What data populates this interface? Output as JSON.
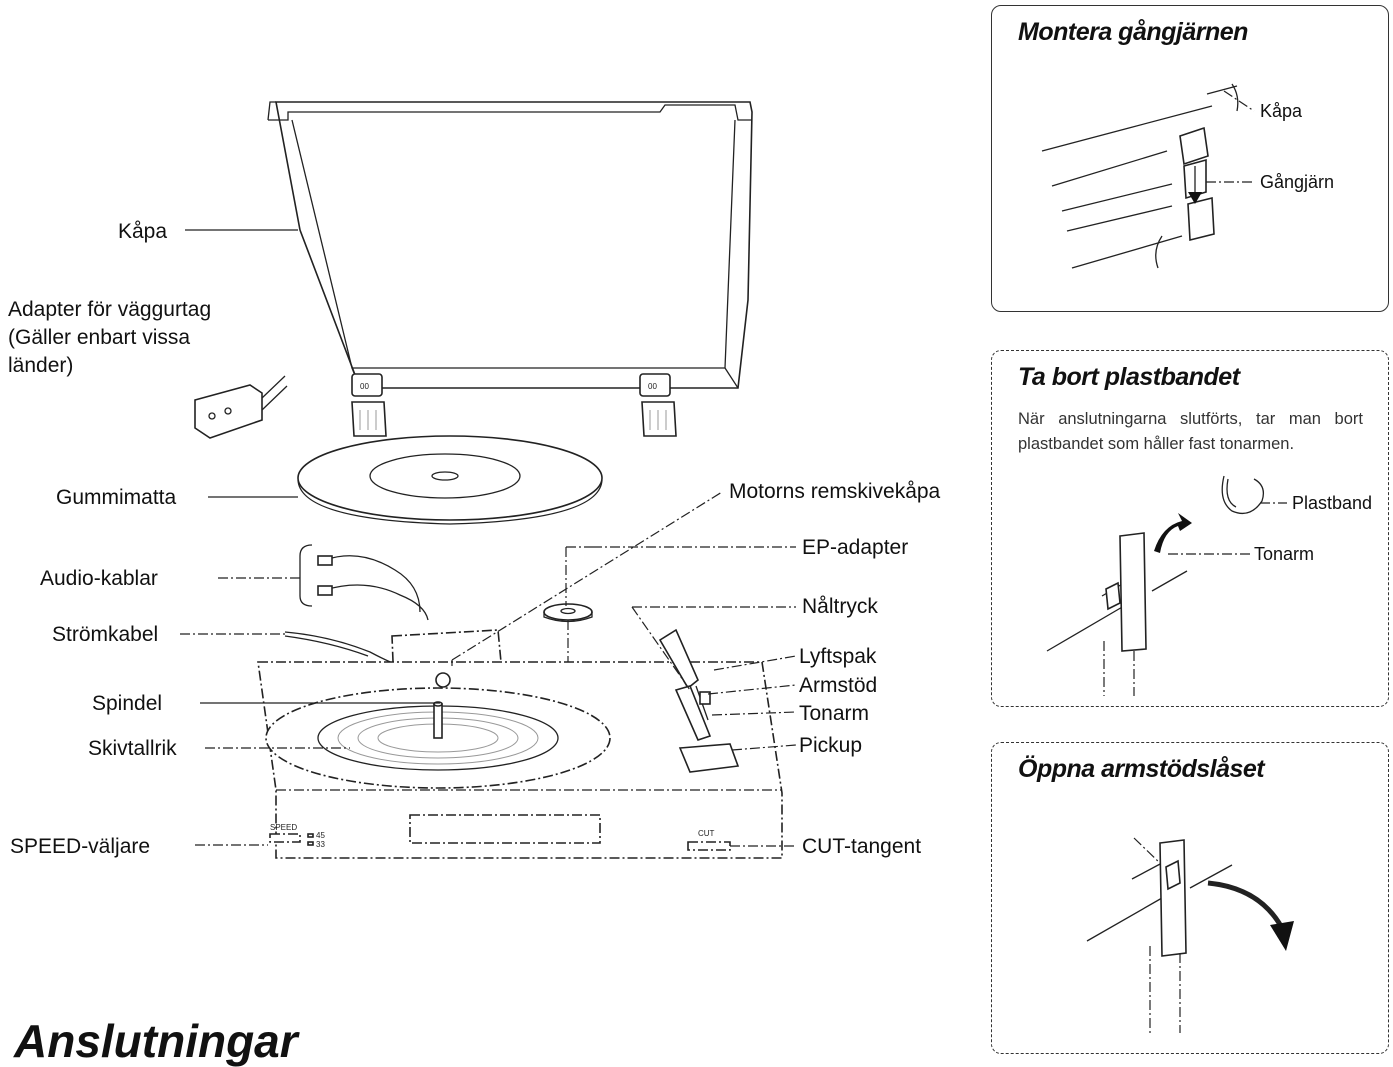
{
  "main": {
    "labels": {
      "kapa": "Kåpa",
      "adapter_line1": "Adapter för väggurtag",
      "adapter_line2": "(Gäller enbart vissa",
      "adapter_line3": "länder)",
      "gummimatta": "Gummimatta",
      "motorns_remskivekapa": "Motorns remskivekåpa",
      "ep_adapter": "EP-adapter",
      "audio_kablar": "Audio-kablar",
      "naltryck": "Nåltryck",
      "stromkabel": "Strömkabel",
      "lyftspak": "Lyftspak",
      "armstod": "Armstöd",
      "spindel": "Spindel",
      "tonarm": "Tonarm",
      "skivtallrik": "Skivtallrik",
      "pickup": "Pickup",
      "speed_valjare": "SPEED-väljare",
      "cut_tangent": "CUT-tangent"
    },
    "device_markings": {
      "speed": "SPEED",
      "speed_45": "45",
      "speed_33": "33",
      "cut": "CUT"
    }
  },
  "panels": {
    "hinges": {
      "title": "Montera gångjärnen",
      "kapa": "Kåpa",
      "gangjarn": "Gångjärn"
    },
    "plastband": {
      "title": "Ta bort plastbandet",
      "text": "När anslutningarna slutförts, tar man bort plastbandet som håller fast tonarmen.",
      "plastband": "Plastband",
      "tonarm": "Tonarm"
    },
    "armlock": {
      "title": "Öppna armstödslåset"
    }
  },
  "section_heading": "Anslutningar",
  "colors": {
    "ink": "#111111",
    "panel_border": "#333333",
    "background": "#ffffff"
  }
}
